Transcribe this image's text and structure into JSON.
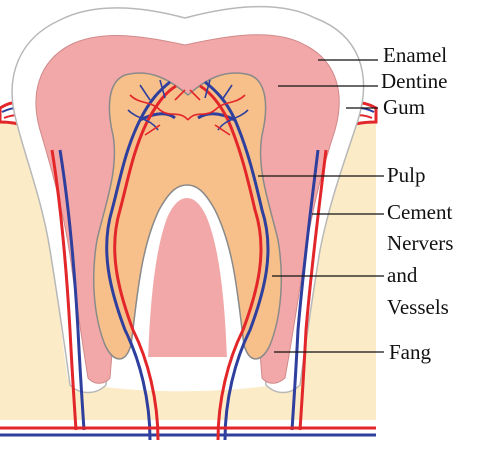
{
  "labels": {
    "enamel": "Enamel",
    "dentine": "Dentine",
    "gum": "Gum",
    "pulp": "Pulp",
    "cement": "Cement",
    "nervers_line1": "Nervers",
    "nervers_line2": "and",
    "nervers_line3": "Vessels",
    "fang": "Fang"
  },
  "colors": {
    "bone": "#FBEBC6",
    "enamel": "#FFFFFF",
    "dentine": "#F2A8A8",
    "pulp": "#F7C08A",
    "vein": "#2E3F9E",
    "artery": "#E3262A",
    "outline": "#8A8A8A"
  }
}
